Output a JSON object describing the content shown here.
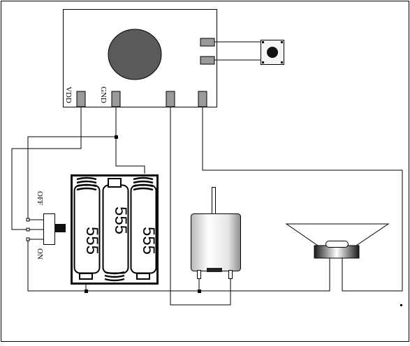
{
  "diagram": {
    "module": {
      "pins": {
        "vdd": "VDD",
        "gnd": "GND"
      }
    },
    "switch": {
      "off_label": "OFF",
      "on_label": "ON"
    },
    "battery_holder": {
      "cells": [
        {
          "label": "555"
        },
        {
          "label": "555"
        },
        {
          "label": "555"
        }
      ]
    }
  },
  "colors": {
    "line": "#000000",
    "pin_fill": "#9a9a9a",
    "chip_fill": "#5a5a5a",
    "background": "#ffffff"
  }
}
